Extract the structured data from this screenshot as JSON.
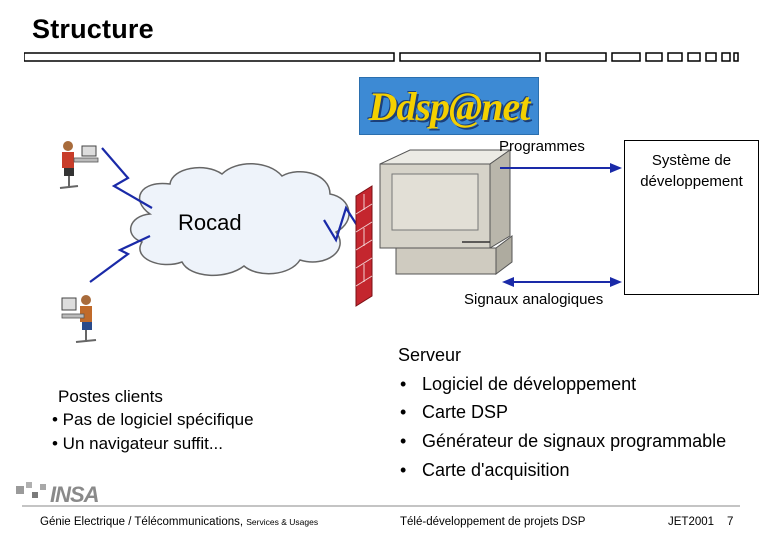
{
  "title": "Structure",
  "logo": {
    "text": "Ddsp@net",
    "bg_color": "#3d8ad4",
    "text_color": "#f4d000"
  },
  "labels": {
    "programmes": "Programmes",
    "dev_system_line1": "Système de",
    "dev_system_line2": "développement",
    "network": "Rocad",
    "analog_signals": "Signaux analogiques"
  },
  "server": {
    "title": "Serveur",
    "items": [
      "Logiciel de développement",
      "Carte DSP",
      "Générateur de signaux programmable",
      "Carte d'acquisition"
    ]
  },
  "clients": {
    "title": "Postes clients",
    "items": [
      "• Pas de logiciel spécifique",
      "• Un navigateur suffit..."
    ]
  },
  "footer": {
    "left_main": "Génie Electrique / Télécommunications,",
    "left_small": "Services & Usages",
    "middle": "Télé-développement de projets DSP",
    "right": "JET2001",
    "page": "7",
    "logo_text": "INSA"
  },
  "colors": {
    "cloud_fill": "#eef3fa",
    "firewall": "#c4262e",
    "computer": "#d6d3c9",
    "chip": "#3a4660"
  }
}
